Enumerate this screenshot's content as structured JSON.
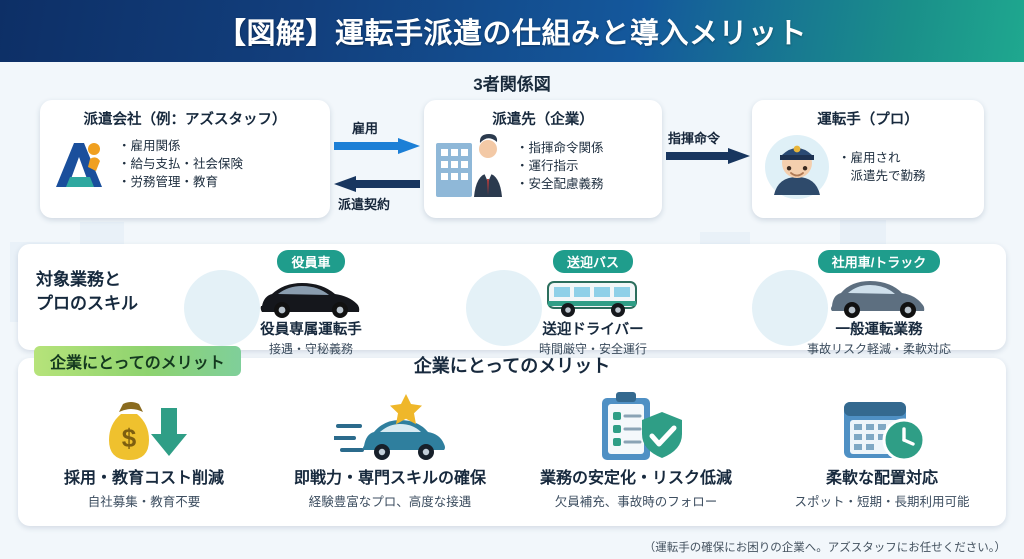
{
  "header": {
    "title": "【図解】運転手派遣の仕組みと導入メリット",
    "gradient_start": "#0d2f66",
    "gradient_end": "#1fa88f"
  },
  "relationship": {
    "section_title": "3者関係図",
    "cards": [
      {
        "id": "agency",
        "title": "派遣会社（例：アズスタッフ）",
        "icon": "agency-logo-icon",
        "bullets": [
          "・雇用関係",
          "・給与支払・社会保険",
          "・労務管理・教育"
        ]
      },
      {
        "id": "client",
        "title": "派遣先（企業）",
        "icon": "office-building-icon",
        "bullets": [
          "・指揮命令関係",
          "・運行指示",
          "・安全配慮義務"
        ]
      },
      {
        "id": "driver",
        "title": "運転手（プロ）",
        "icon": "driver-avatar-icon",
        "bullets": [
          "・雇用され",
          "　派遣先で勤務"
        ]
      }
    ],
    "arrows": [
      {
        "id": "employment",
        "label": "雇用",
        "direction": "right"
      },
      {
        "id": "dispatch-contract",
        "label": "派遣契約",
        "direction": "left"
      },
      {
        "id": "command-order",
        "label": "指揮命令",
        "direction": "right"
      }
    ]
  },
  "jobs": {
    "label_line1": "対象業務と",
    "label_line2": "プロのスキル",
    "items": [
      {
        "id": "exec",
        "pill": "役員車",
        "icon": "sedan-car-icon",
        "name": "役員専属運転手",
        "sub": "接遇・守秘義務"
      },
      {
        "id": "shuttle",
        "pill": "送迎バス",
        "icon": "minibus-icon",
        "name": "送迎ドライバー",
        "sub": "時間厳守・安全運行"
      },
      {
        "id": "truck",
        "pill": "社用車/トラック",
        "icon": "suv-car-icon",
        "name": "一般運転業務",
        "sub": "事故リスク軽減・柔軟対応"
      }
    ]
  },
  "merits": {
    "tag": "企業にとってのメリット",
    "heading": "企業にとってのメリット",
    "items": [
      {
        "id": "cost",
        "icon": "money-bag-down-arrow-icon",
        "name": "採用・教育コスト削減",
        "sub": "自社募集・教育不要"
      },
      {
        "id": "skill",
        "icon": "fast-car-star-icon",
        "name": "即戦力・専門スキルの確保",
        "sub": "経験豊富なプロ、高度な接遇"
      },
      {
        "id": "stability",
        "icon": "clipboard-shield-check-icon",
        "name": "業務の安定化・リスク低減",
        "sub": "欠員補充、事故時のフォロー"
      },
      {
        "id": "flexible",
        "icon": "calendar-clock-icon",
        "name": "柔軟な配置対応",
        "sub": "スポット・短期・長期利用可能"
      }
    ]
  },
  "footer": {
    "note": "（運転手の確保にお困りの企業へ。アズスタッフにお任せください。）"
  },
  "colors": {
    "pill_green": "#1f9d8c",
    "tag_green": "#8ed36f",
    "card_white": "#ffffff",
    "canvas": "#f2f7fb"
  }
}
